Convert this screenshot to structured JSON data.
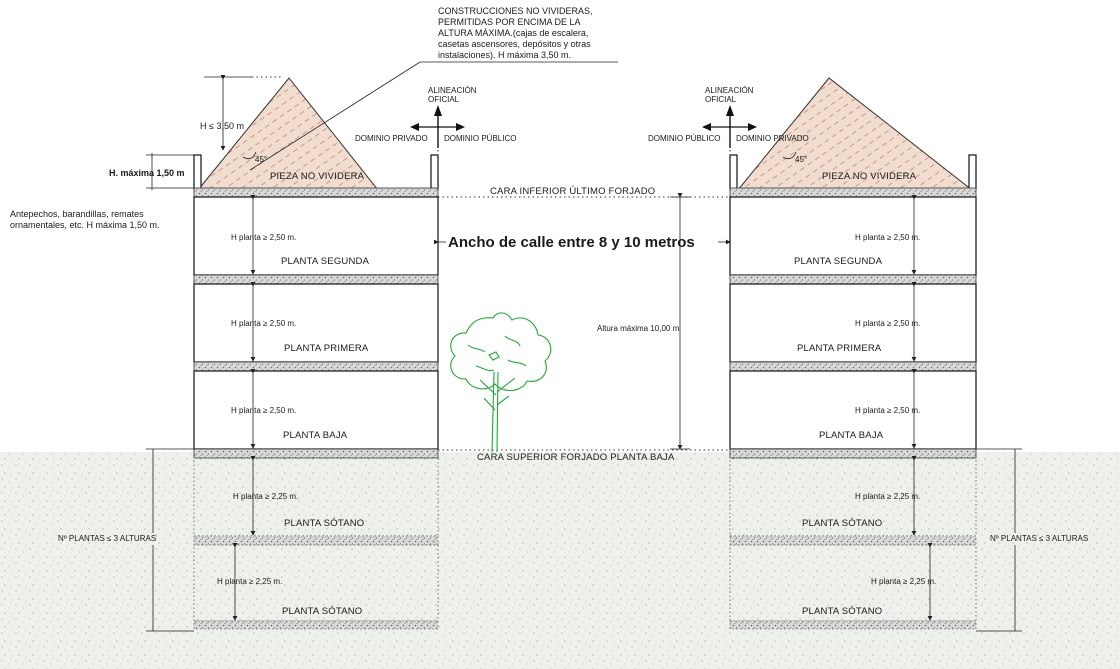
{
  "note_construcciones": [
    "CONSTRUCCIONES NO VIVIDERAS,",
    "PERMITIDAS POR ENCIMA DE LA",
    "ALTURA MÁXIMA.(cajas de escalera,",
    "casetas ascensores, depósitos y otras",
    "instalaciones). H máxima 3,50 m."
  ],
  "note_antepechos": [
    "Antepechos, barandillas, remates",
    "ornamentales, etc. H máxima 1,50 m."
  ],
  "label_h_roof": "H ≤ 3,50 m",
  "label_h_parapet": "H. máxima 1,50 m",
  "label_angle": "45°",
  "label_alineacion": [
    "ALINEACIÓN",
    "OFICIAL"
  ],
  "label_dominio_privado": "DOMINIO PRIVADO",
  "label_dominio_publico": "DOMINIO PÚBLICO",
  "label_pieza": "PIEZA NO VIVIDERA",
  "label_cara_inferior": "CARA INFERIOR ÚLTIMO FORJADO",
  "label_cara_superior": "CARA SUPERIOR FORJADO PLANTA BAJA",
  "label_ancho_calle": "Ancho de calle entre 8 y 10 metros",
  "label_altura_max": "Altura máxima 10,00 m",
  "label_h_planta_250": "H planta ≥ 2,50 m.",
  "label_h_planta_225": "H planta ≥ 2,25 m.",
  "label_n_plantas": "Nº PLANTAS ≤ 3 ALTURAS",
  "floors": {
    "segunda": "PLANTA SEGUNDA",
    "primera": "PLANTA PRIMERA",
    "baja": "PLANTA BAJA",
    "sotano": "PLANTA SÓTANO"
  },
  "colors": {
    "roof_fill": "#f1dcd0",
    "roof_hatch": "#c9876a",
    "slab_fill": "#dcdcdc",
    "ground_fill": "#eef0ec",
    "tree": "#22a834"
  }
}
